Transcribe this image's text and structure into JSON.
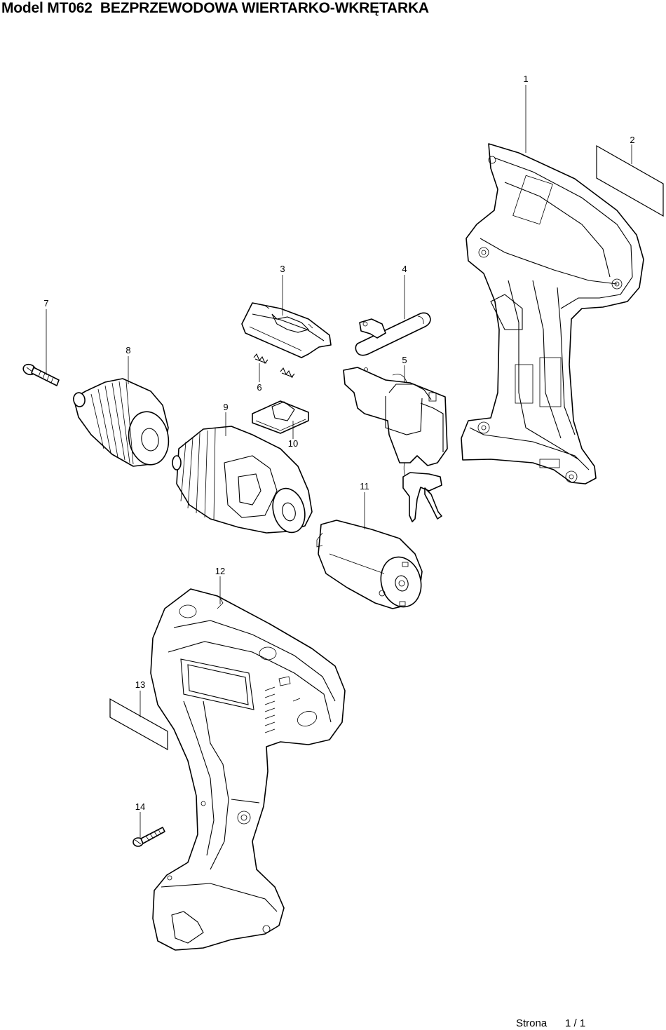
{
  "header": {
    "title": "Model MT062  BEZPRZEWODOWA WIERTARKO-WKRĘTARKA"
  },
  "parts": [
    {
      "number": "1",
      "name": "housing-right-icon"
    },
    {
      "number": "2",
      "name": "name-plate-icon"
    },
    {
      "number": "3",
      "name": "switch-cover-icon"
    },
    {
      "number": "4",
      "name": "reversing-lever-icon"
    },
    {
      "number": "5",
      "name": "switch-icon"
    },
    {
      "number": "6",
      "name": "compression-springs-icon"
    },
    {
      "number": "7",
      "name": "screw-icon"
    },
    {
      "number": "8",
      "name": "keyless-chuck-icon"
    },
    {
      "number": "9",
      "name": "gear-assembly-icon"
    },
    {
      "number": "10",
      "name": "plate-icon"
    },
    {
      "number": "11",
      "name": "dc-motor-icon"
    },
    {
      "number": "12",
      "name": "housing-left-icon"
    },
    {
      "number": "13",
      "name": "name-plate-icon"
    },
    {
      "number": "14",
      "name": "tapping-screw-icon"
    }
  ],
  "footer": {
    "page_label": "Strona",
    "page_number": "1 / 1"
  }
}
